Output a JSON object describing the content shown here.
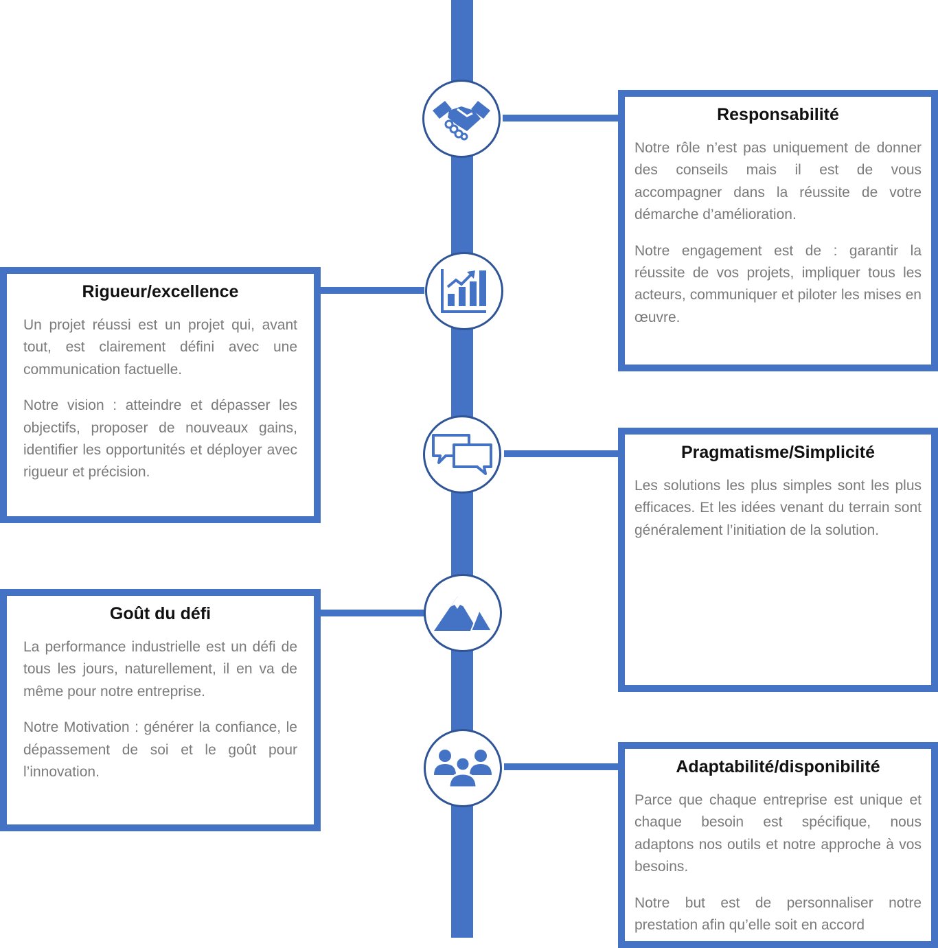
{
  "colors": {
    "accent": "#4472c4",
    "ring": "#2f5597",
    "heading": "#111111",
    "body": "#7a7a7a"
  },
  "values": [
    {
      "icon": "handshake-icon",
      "title": "Responsabilité",
      "paragraphs": [
        "Notre rôle n’est pas uniquement de donner des conseils mais il est de vous accompagner dans la réussite de votre démarche d’amélioration.",
        "Notre engagement est de : garantir la réussite de vos projets, impliquer tous les acteurs, communiquer et piloter les mises en œuvre."
      ]
    },
    {
      "icon": "growth-chart-icon",
      "title": "Rigueur/excellence",
      "paragraphs": [
        "Un projet réussi est un projet qui, avant tout, est clairement défini avec une communication factuelle.",
        "Notre vision : atteindre et dépasser les objectifs, proposer de nouveaux gains, identifier les opportunités et déployer avec rigueur et précision."
      ]
    },
    {
      "icon": "chat-bubbles-icon",
      "title": "Pragmatisme/Simplicité",
      "paragraphs": [
        "Les solutions les plus simples sont les plus efficaces. Et les idées venant du terrain sont généralement l’initiation de la solution."
      ]
    },
    {
      "icon": "mountain-icon",
      "title": "Goût du défi",
      "paragraphs": [
        "La performance industrielle est un défi de tous les jours, naturellement, il en va de même pour notre entreprise.",
        "Notre Motivation : générer la confiance, le dépassement de soi et le goût pour l’innovation."
      ]
    },
    {
      "icon": "team-icon",
      "title": "Adaptabilité/disponibilité",
      "paragraphs": [
        "Parce que chaque entreprise est unique et chaque besoin est spécifique, nous adaptons nos outils et notre approche à vos besoins.",
        "Notre but est de personnaliser notre prestation afin qu’elle soit en accord"
      ]
    }
  ]
}
